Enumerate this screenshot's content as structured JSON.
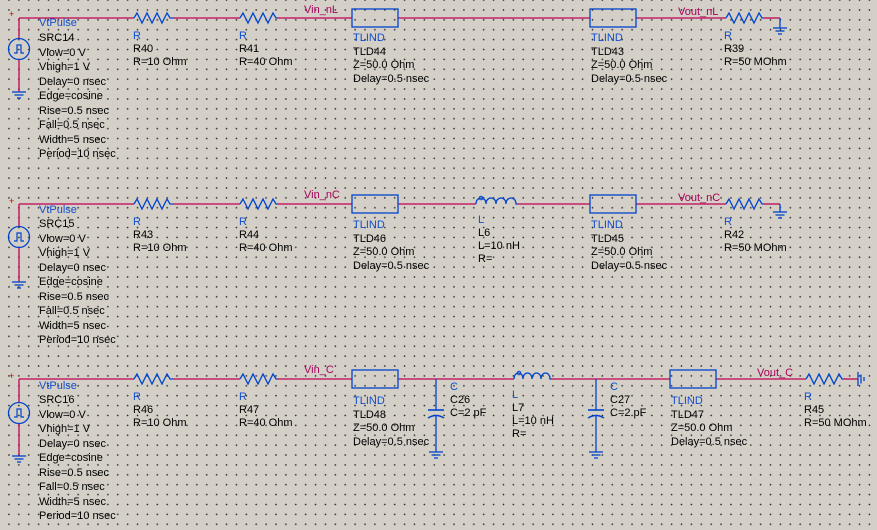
{
  "colors": {
    "wire": "#c00055",
    "component": "#0044cc",
    "label_blue": "#0f4ed0",
    "text": "#000000",
    "background": "#d4d0c8"
  },
  "rows": [
    {
      "source": {
        "type": "VtPulse",
        "name": "SRC14",
        "params": [
          "Vlow=0 V",
          "Vhigh=1 V",
          "Delay=0 nsec",
          "Edge=cosine",
          "Rise=0.5 nsec",
          "Fall=0.5 nsec",
          "Width=5 nsec",
          "Period=10 nsec"
        ]
      },
      "net_in": "Vin_nL",
      "net_out": "Vout_nL",
      "components": [
        {
          "type": "R",
          "name": "R40",
          "value": "R=10 Ohm"
        },
        {
          "type": "R",
          "name": "R41",
          "value": "R=40 Ohm"
        },
        {
          "type": "TLIND",
          "name": "TLD44",
          "params": [
            "Z=50.0 Ohm",
            "Delay=0.5 nsec"
          ]
        },
        {
          "type": "TLIND",
          "name": "TLD43",
          "params": [
            "Z=50.0 Ohm",
            "Delay=0.5 nsec"
          ]
        },
        {
          "type": "R",
          "name": "R39",
          "value": "R=50 MOhm"
        }
      ]
    },
    {
      "source": {
        "type": "VtPulse",
        "name": "SRC15",
        "params": [
          "Vlow=0 V",
          "Vhigh=1 V",
          "Delay=0 nsec",
          "Edge=cosine",
          "Rise=0.5 nsec",
          "Fall=0.5 nsec",
          "Width=5 nsec",
          "Period=10 nsec"
        ]
      },
      "net_in": "Vin_nC",
      "net_out": "Vout_nC",
      "components": [
        {
          "type": "R",
          "name": "R43",
          "value": "R=10 Ohm"
        },
        {
          "type": "R",
          "name": "R44",
          "value": "R=40 Ohm"
        },
        {
          "type": "TLIND",
          "name": "TLD46",
          "params": [
            "Z=50.0 Ohm",
            "Delay=0.5 nsec"
          ]
        },
        {
          "type": "L",
          "name": "L6",
          "params": [
            "L=10 nH",
            "R="
          ]
        },
        {
          "type": "TLIND",
          "name": "TLD45",
          "params": [
            "Z=50.0 Ohm",
            "Delay=0.5 nsec"
          ]
        },
        {
          "type": "R",
          "name": "R42",
          "value": "R=50 MOhm"
        }
      ]
    },
    {
      "source": {
        "type": "VtPulse",
        "name": "SRC16",
        "params": [
          "Vlow=0 V",
          "Vhigh=1 V",
          "Delay=0 nsec",
          "Edge=cosine",
          "Rise=0.5 nsec",
          "Fall=0.5 nsec",
          "Width=5 nsec",
          "Period=10 nsec"
        ]
      },
      "net_in": "Vin_C",
      "net_out": "Vout_C",
      "components": [
        {
          "type": "R",
          "name": "R46",
          "value": "R=10 Ohm"
        },
        {
          "type": "R",
          "name": "R47",
          "value": "R=40 Ohm"
        },
        {
          "type": "TLIND",
          "name": "TLD48",
          "params": [
            "Z=50.0 Ohm",
            "Delay=0.5 nsec"
          ]
        },
        {
          "type": "C",
          "name": "C26",
          "value": "C=2 pF"
        },
        {
          "type": "L",
          "name": "L7",
          "params": [
            "L=10 nH",
            "R="
          ]
        },
        {
          "type": "C",
          "name": "C27",
          "value": "C=2 pF"
        },
        {
          "type": "TLIND",
          "name": "TLD47",
          "params": [
            "Z=50.0 Ohm",
            "Delay=0.5 nsec"
          ]
        },
        {
          "type": "R",
          "name": "R45",
          "value": "R=50 MOhm"
        }
      ]
    }
  ]
}
